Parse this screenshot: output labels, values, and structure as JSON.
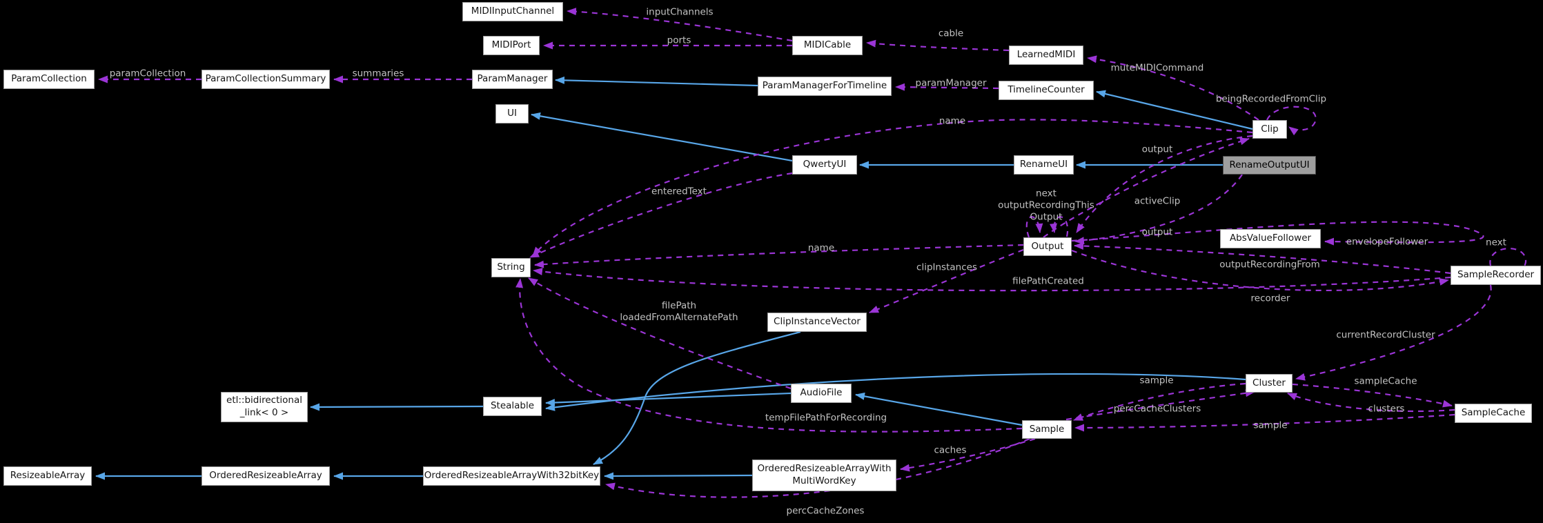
{
  "diagram_type": "class-collaboration-graph",
  "colors": {
    "background": "#000000",
    "node_fill": "#ffffff",
    "node_border": "#9a9a9a",
    "node_text": "#151515",
    "highlight_node_fill": "#9e9e9e",
    "inheritance_edge": "#58a6e8",
    "usage_edge": "#9b35d6",
    "edge_label_text": "#c2c2c2"
  },
  "nodes": {
    "midi_input_channel": {
      "label": "MIDIInputChannel"
    },
    "midi_port": {
      "label": "MIDIPort"
    },
    "param_collection": {
      "label": "ParamCollection"
    },
    "param_collection_summary": {
      "label": "ParamCollectionSummary"
    },
    "param_manager": {
      "label": "ParamManager"
    },
    "ui": {
      "label": "UI"
    },
    "midi_cable": {
      "label": "MIDICable"
    },
    "param_manager_for_timeline": {
      "label": "ParamManagerForTimeline"
    },
    "learned_midi": {
      "label": "LearnedMIDI"
    },
    "timeline_counter": {
      "label": "TimelineCounter"
    },
    "clip": {
      "label": "Clip"
    },
    "qwerty_ui": {
      "label": "QwertyUI"
    },
    "rename_ui": {
      "label": "RenameUI"
    },
    "rename_output_ui": {
      "label": "RenameOutputUI",
      "highlighted": true
    },
    "abs_value_follower": {
      "label": "AbsValueFollower"
    },
    "output": {
      "label": "Output"
    },
    "sample_recorder": {
      "label": "SampleRecorder"
    },
    "string": {
      "label": "String"
    },
    "clip_instance_vector": {
      "label": "ClipInstanceVector"
    },
    "etl_link": {
      "label": "etl::bidirectional\n_link< 0 >"
    },
    "stealable": {
      "label": "Stealable"
    },
    "audio_file": {
      "label": "AudioFile"
    },
    "cluster": {
      "label": "Cluster"
    },
    "sample_cache": {
      "label": "SampleCache"
    },
    "sample": {
      "label": "Sample"
    },
    "resizeable_array": {
      "label": "ResizeableArray"
    },
    "ordered_resizeable_array": {
      "label": "OrderedResizeableArray"
    },
    "orarray_32bit": {
      "label": "OrderedResizeableArrayWith32bitKey"
    },
    "orarray_multiword": {
      "label": "OrderedResizeableArrayWith\nMultiWordKey"
    }
  },
  "edge_labels": {
    "input_channels": "inputChannels",
    "ports": "ports",
    "cable": "cable",
    "param_collection": "paramCollection",
    "summaries": "summaries",
    "param_manager": "paramManager",
    "mute_midi_command": "muteMIDICommand",
    "being_recorded_from_clip": "beingRecordedFromClip",
    "name_clip": "name",
    "output_clip": "output",
    "entered_text": "enteredText",
    "next_output_recording": "next\noutputRecordingThis\nOutput",
    "active_clip": "activeClip",
    "output_rename": "output",
    "envelope_follower": "envelopeFollower",
    "next_recorder": "next",
    "name_output": "name",
    "clip_instances": "clipInstances",
    "output_recording_from": "outputRecordingFrom",
    "file_path_created": "filePathCreated",
    "recorder": "recorder",
    "file_path": "filePath\nloadedFromAlternatePath",
    "current_record_cluster": "currentRecordCluster",
    "sample_cluster": "sample",
    "sample_cache_ref": "sampleCache",
    "perc_cache_clusters": "percCacheClusters",
    "clusters": "clusters",
    "temp_file_path": "tempFilePathForRecording",
    "sample_from_cache": "sample",
    "caches": "caches",
    "perc_cache_zones": "percCacheZones"
  },
  "relations": [
    {
      "from": "ParamManagerForTimeline",
      "to": "ParamManager",
      "style": "inheritance"
    },
    {
      "from": "Clip",
      "to": "TimelineCounter",
      "style": "inheritance"
    },
    {
      "from": "RenameOutputUI",
      "to": "RenameUI",
      "style": "inheritance"
    },
    {
      "from": "RenameUI",
      "to": "QwertyUI",
      "style": "inheritance"
    },
    {
      "from": "QwertyUI",
      "to": "UI",
      "style": "inheritance"
    },
    {
      "from": "Stealable",
      "to": "etl::bidirectional_link< 0 >",
      "style": "inheritance"
    },
    {
      "from": "AudioFile",
      "to": "Stealable",
      "style": "inheritance"
    },
    {
      "from": "Cluster",
      "to": "Stealable",
      "style": "inheritance"
    },
    {
      "from": "Sample",
      "to": "AudioFile",
      "style": "inheritance"
    },
    {
      "from": "OrderedResizeableArrayWith32bitKey",
      "to": "OrderedResizeableArray",
      "style": "inheritance"
    },
    {
      "from": "OrderedResizeableArray",
      "to": "ResizeableArray",
      "style": "inheritance"
    },
    {
      "from": "OrderedResizeableArrayWithMultiWordKey",
      "to": "OrderedResizeableArrayWith32bitKey",
      "style": "inheritance"
    },
    {
      "from": "ClipInstanceVector",
      "to": "OrderedResizeableArrayWith32bitKey",
      "style": "inheritance"
    },
    {
      "from": "MIDICable",
      "to": "MIDIInputChannel",
      "label": "inputChannels",
      "style": "usage"
    },
    {
      "from": "MIDICable",
      "to": "MIDIPort",
      "label": "ports",
      "style": "usage"
    },
    {
      "from": "LearnedMIDI",
      "to": "MIDICable",
      "label": "cable",
      "style": "usage"
    },
    {
      "from": "ParamCollectionSummary",
      "to": "ParamCollection",
      "label": "paramCollection",
      "style": "usage"
    },
    {
      "from": "ParamManager",
      "to": "ParamCollectionSummary",
      "label": "summaries",
      "style": "usage"
    },
    {
      "from": "TimelineCounter",
      "to": "ParamManagerForTimeline",
      "label": "paramManager",
      "style": "usage"
    },
    {
      "from": "Clip",
      "to": "LearnedMIDI",
      "label": "muteMIDICommand",
      "style": "usage"
    },
    {
      "from": "Clip",
      "to": "Clip",
      "label": "beingRecordedFromClip",
      "style": "usage"
    },
    {
      "from": "Clip",
      "to": "String",
      "label": "name",
      "style": "usage"
    },
    {
      "from": "Clip",
      "to": "Output",
      "label": "output",
      "style": "usage"
    },
    {
      "from": "RenameOutputUI",
      "to": "Output",
      "label": "output",
      "style": "usage"
    },
    {
      "from": "Output",
      "to": "Clip",
      "label": "activeClip",
      "style": "usage"
    },
    {
      "from": "Output",
      "to": "Output",
      "label": "next / outputRecordingThisOutput",
      "style": "usage"
    },
    {
      "from": "Output",
      "to": "SampleRecorder",
      "label": "recorder",
      "style": "usage"
    },
    {
      "from": "Output",
      "to": "AbsValueFollower",
      "label": "envelopeFollower",
      "style": "usage"
    },
    {
      "from": "Output",
      "to": "String",
      "label": "name",
      "style": "usage"
    },
    {
      "from": "Output",
      "to": "ClipInstanceVector",
      "label": "clipInstances",
      "style": "usage"
    },
    {
      "from": "SampleRecorder",
      "to": "Output",
      "label": "outputRecordingFrom",
      "style": "usage"
    },
    {
      "from": "SampleRecorder",
      "to": "String",
      "label": "filePathCreated",
      "style": "usage"
    },
    {
      "from": "SampleRecorder",
      "to": "SampleRecorder",
      "label": "next",
      "style": "usage"
    },
    {
      "from": "SampleRecorder",
      "to": "Cluster",
      "label": "currentRecordCluster",
      "style": "usage"
    },
    {
      "from": "QwertyUI",
      "to": "String",
      "label": "enteredText",
      "style": "usage"
    },
    {
      "from": "AudioFile",
      "to": "String",
      "label": "filePath / loadedFromAlternatePath",
      "style": "usage"
    },
    {
      "from": "Sample",
      "to": "String",
      "label": "tempFilePathForRecording",
      "style": "usage"
    },
    {
      "from": "Cluster",
      "to": "Sample",
      "label": "sample",
      "style": "usage"
    },
    {
      "from": "Cluster",
      "to": "SampleCache",
      "label": "sampleCache",
      "style": "usage"
    },
    {
      "from": "SampleCache",
      "to": "Sample",
      "label": "sample",
      "style": "usage"
    },
    {
      "from": "SampleCache",
      "to": "Cluster",
      "label": "clusters",
      "style": "usage"
    },
    {
      "from": "Sample",
      "to": "Cluster",
      "label": "percCacheClusters",
      "style": "usage"
    },
    {
      "from": "Sample",
      "to": "OrderedResizeableArrayWithMultiWordKey",
      "label": "caches",
      "style": "usage"
    },
    {
      "from": "Sample",
      "to": "OrderedResizeableArrayWith32bitKey",
      "label": "percCacheZones",
      "style": "usage"
    }
  ]
}
